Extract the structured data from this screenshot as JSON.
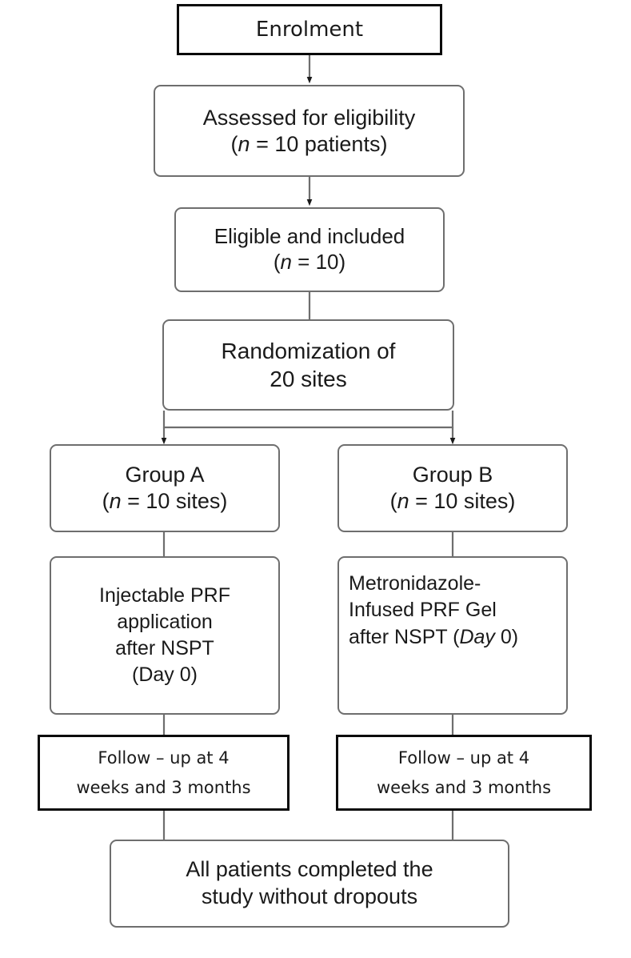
{
  "diagram": {
    "type": "flowchart",
    "title": "CONSORT study flow diagram",
    "orientation": "top-to-bottom",
    "colors": {
      "thin_border": "#6e6e6e",
      "thick_border": "#0a0a0a",
      "text": "#1a1a1a",
      "connector": "#6e6e6e",
      "background": "#ffffff"
    }
  },
  "nodes": {
    "enrolment": {
      "label": "Enrolment",
      "style": "thick",
      "font": "alt"
    },
    "assessed": {
      "line1": "Assessed for eligibility",
      "line2_pre": "(",
      "line2_italic": "n",
      "line2_post": " = 10 patients)",
      "style": "thin",
      "font": "main"
    },
    "eligible": {
      "line1": "Eligible and included",
      "line2_pre": "(",
      "line2_italic": "n",
      "line2_post": " = 10)",
      "style": "thin",
      "font": "main"
    },
    "randomization": {
      "line1": "Randomization of",
      "line2": "20 sites",
      "style": "thin",
      "font": "main"
    },
    "group_a": {
      "line1": "Group A",
      "line2_pre": "(",
      "line2_italic": "n",
      "line2_post": " = 10 sites)",
      "style": "thin",
      "font": "main"
    },
    "group_b": {
      "line1": "Group B",
      "line2_pre": "(",
      "line2_italic": "n",
      "line2_post": " = 10 sites)",
      "style": "thin",
      "font": "main"
    },
    "treatment_a": {
      "line1": "Injectable PRF",
      "line2": "application",
      "line3": "after NSPT",
      "line4": "(Day 0)",
      "style": "thin",
      "font": "main"
    },
    "treatment_b": {
      "line1": "Metronidazole-",
      "line2": "Infused PRF Gel",
      "line3_pre": "after NSPT (",
      "line3_italic": "Day",
      "line3_post": " 0)",
      "style": "thin",
      "font": "main"
    },
    "followup_a": {
      "line1": "Follow – up at 4",
      "line2": "weeks and 3 months",
      "style": "thick",
      "font": "alt"
    },
    "followup_b": {
      "line1": "Follow – up at 4",
      "line2": "weeks and 3 months",
      "style": "thick",
      "font": "alt"
    },
    "completion": {
      "line1": "All patients completed the",
      "line2": "study without dropouts",
      "style": "thin",
      "font": "main"
    }
  }
}
